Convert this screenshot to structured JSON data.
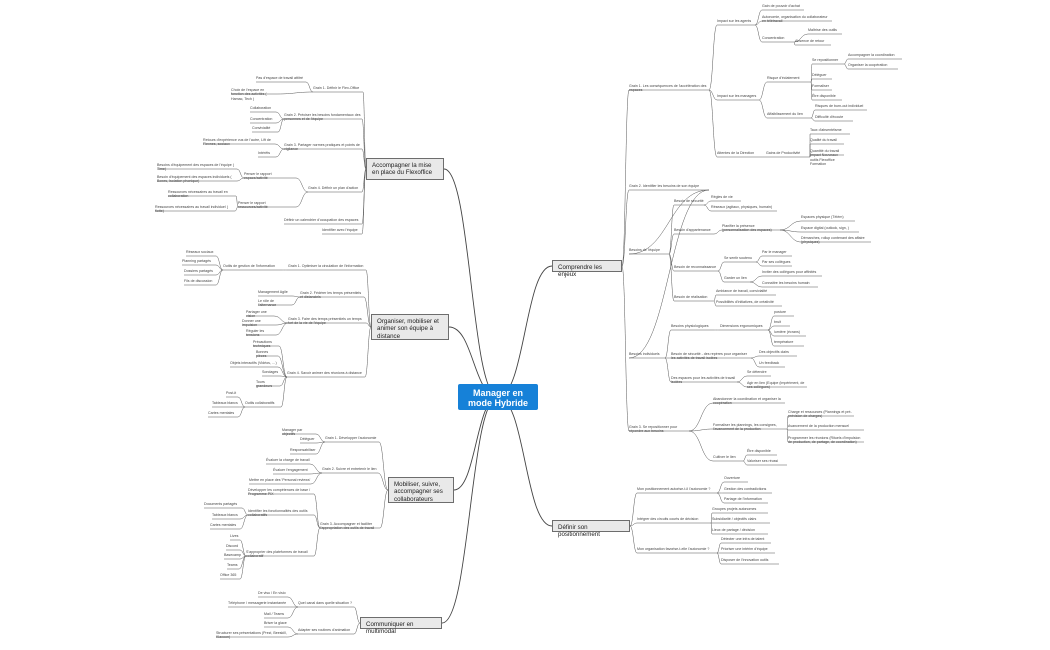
{
  "center": "Manager en mode Hybride",
  "branches": [
    {
      "key": "accompagner",
      "label": "Accompagner la mise en place du Flexoffice"
    },
    {
      "key": "organiser",
      "label": "Organiser, mobiliser et animer son équipe à distance"
    },
    {
      "key": "mobiliser",
      "label": "Mobiliser, suivre, accompagner ses collaborateurs"
    },
    {
      "key": "communiquer",
      "label": "Communiquer en multimodal"
    },
    {
      "key": "comprendre",
      "label": "Comprendre les enjeux"
    },
    {
      "key": "definir",
      "label": "Définir son positionnement"
    }
  ],
  "nodes": {
    "a1": "Grain 1. Définir le Flex-Office",
    "a1a": "Pas d'espace de travail attitré",
    "a1b": "Choix de l'espace en fonction des activités ( Hamac, Tech )",
    "a2": "Grain 2. Préciser les besoins fondamentaux des personnes et de l'équipe",
    "a2a": "Collaboration",
    "a2b": "Concentration",
    "a2c": "Convivialité",
    "a3": "Grain 3. Partager normes pratiques et points de vigilance",
    "a3a": "Retours d'expérience vus de l'autre, Lift de Flexnes, sociaux",
    "a3b": "Intérêts",
    "a4": "Grain 4. Définir un plan d'action",
    "a4a": "Penser le rapport espace/activité",
    "a4a1": "Besoins d'équipement des espaces de l'équipe ( Time)",
    "a4a2": "Besoin d'équipement des espaces individuels ( Boxes, Isolation phonique)",
    "a4b": "Penser le rapport ressources/activité",
    "a4b1": "Ressources nécessaires au travail en collaboration",
    "a4b2": "Ressources nécessaires au travail individuel ( flotte)",
    "a5": "Définir un calendrier d'occupation des espaces",
    "a6": "Identifier avec l'équipe",
    "o1": "Grain 1. Optimiser la circulation de l'information",
    "o1a": "Outils de gestion de l'information",
    "o1a1": "Réseaux sociaux",
    "o1a2": "Planning partagés",
    "o1a3": "Dossiers partagés",
    "o1a4": "Fils de discussion",
    "o2": "Grain 2. Fédérer les temps présentiels et distanciels",
    "o2a": "Management Agile",
    "o2b": "Le rôle de l'alternance",
    "o3": "Grain 3. Faire des temps présentiels un temps fort de la vie de l'équipe",
    "o3a": "Partager une vision",
    "o3b": "Donner une impulsion",
    "o3c": "Réguler les tensions",
    "o4": "Grain 4. Savoir animer des réunions à distance",
    "o4a": "Précautions techniques",
    "o4b": "Bonnes pièces",
    "o4c": "Objets interactifs (Vidéos, …)",
    "o4d": "Sondages",
    "o4e": "Tours grandeurs",
    "o4f": "Outils collaboratifs",
    "o4f1": "Post-it",
    "o4f2": "Tableaux blancs",
    "o4f3": "Cartes mentales",
    "m1": "Grain 1. Développer l'autonomie",
    "m1a": "Manager par objectifs",
    "m1b": "Déléguer",
    "m1c": "Responsabiliser",
    "m2": "Grain 2. Suivre et entretenir le lien",
    "m2a": "Évaluer la charge de travail",
    "m2b": "Évaluer l'engagement",
    "m2c": "Mettre en place des 'Personal reviews'",
    "m3": "Grain 3. Accompagner et faciliter l'appropriation des outils de travail",
    "m3a": "Développer les compétences de base / Programme PIX",
    "m3b": "Identifier les fonctionnalités des outils collaboratifs",
    "m3b1": "Documents partagés",
    "m3b2": "Tableaux blancs",
    "m3b3": "Cartes mentales",
    "m3c": "S'approprier des plateformes de travail collaboratif",
    "m3c1": "Lives",
    "m3c2": "Discord",
    "m3c3": "Basecamp",
    "m3c4": "Teams",
    "m3c5": "Office 365",
    "c1": "Quel canal dans quelle situation ?",
    "c1a": "De visu / En visio",
    "c1b": "Téléphone / messagerie instantanée",
    "c1c": "Mail / Teams",
    "c2": "Adapter ses routines d'animation",
    "c2a": "Briser la glace",
    "c2b": "Structurer ses présentations (Prezi, Beeskill, Klaxoon)",
    "e1": "Grain 1. Les conséquences de l'accélération des espaces",
    "e1a": "Impact sur les agents",
    "e1a1": "Gain de pouvoir d'achat",
    "e1a2": "Autonomie, organisation du collaborateur en télétravail",
    "e1a3": "Concentration",
    "e1a3a": "Maîtrise des outils",
    "e1a3b": "Absence de retour",
    "e1b": "Impact sur les managers",
    "e1b1": "Risque d'éclatement",
    "e1b1a": "Se repositionner",
    "e1b1a1": "Accompagner la coordination",
    "e1b1a2": "Organiser la coopération",
    "e1b1b": "Déléguer",
    "e1b1c": "Formaliser",
    "e1b1d": "Être disponible",
    "e1b2": "Affaiblissement du lien",
    "e1b2a": "Risques de burn-out individuel",
    "e1b2b": "Difficulté d'écoute",
    "e1c": "Attentes de la Direction",
    "e1c1": "Gains de Productivité",
    "e1c1a": "Taux d'absentéisme",
    "e1c1b": "Qualité du travail",
    "e1c1c": "Quantité du travail Impact Nouveaux outils Flexoffice Formation",
    "e2": "Grain 2. Identifier les besoins de son équipe",
    "e2a": "Besoins de l'équipe",
    "e2a1": "Besoin de sécurité",
    "e2a1a": "Règles de vie",
    "e2a1b": "Réseaux (agitaux, physiques, humain)",
    "e2a2": "Besoin d'appartenance",
    "e2a2a": "Planifier la présence (personnalisation des espaces)",
    "e2a2a1": "Espaces physique (Télém)",
    "e2a2a2": "Espace digital (outlook, sign, )",
    "e2a2a3": "Démarches, rollup contenant des affaire (physiques)",
    "e2a3": "Besoin de reconnaissance",
    "e2a3a": "Se sentir soutenu",
    "e2a3a1": "Par le manager",
    "e2a3a2": "Par ses collègues",
    "e2a3b": "Garder un lien",
    "e2a3b1": "Inviter des collègues pour affinités",
    "e2a3b2": "Connaître les besoins humain",
    "e2a4": "Besoin de réalisation",
    "e2a4a": "Ambiance de travail, convivialité",
    "e2a4b": "Possibilités d'initiatives, de créativité",
    "e2b": "Besoins individuels",
    "e2b1": "Besoins physiologiques",
    "e2b1a": "Dimensions ergonomiques",
    "e2b1a1": "posture",
    "e2b1a2": "bruit",
    "e2b1a3": "lumière (écrans)",
    "e2b1a4": "température",
    "e2b2": "Besoin de sécurité - des repères pour organiser les activités de travail isolées",
    "e2b2a": "Des objectifs clairs",
    "e2b2b": "Un feedback",
    "e2b3": "Des espaces pour les activités de travail isolées",
    "e2b3a": "Se détendre",
    "e2b3b": "Agir en lien (Equipe (impériment, de ses collègues)",
    "e3": "Grain 3. Se repositionner pour répondre aux besoins",
    "e3a": "Abandonner la coordination et organiser la coopération",
    "e3b": "Formaliser les plannings, les consignes, l'avancement de la production",
    "e3b1": "Charge et ressources (Plannings et pré-prévision de charges)",
    "e3b2": "Avancement de la production mensuel",
    "e3b3": "Programmer les réunions (Rituels d'impulsion de production, de partage, de coordination)",
    "e3c": "Cultiver le lien",
    "e3c1": "Être disponible",
    "e3c2": "Valoriser ses réussi",
    "d1": "Mon positionnement autorise-t-il l'autonomie ?",
    "d1a": "Ouverture",
    "d1b": "Gestion des contradictions",
    "d1c": "Partage de l'information",
    "d2": "Intégrer des circuits courts de décision",
    "d2a": "Groupes projets autonomes",
    "d2b": "Subsidiarité / objectifs clairs",
    "d2c": "Lieux de partage / décision",
    "d3": "Mon organisation favorise-t-elle l'autonomie ?",
    "d3a": "Détecter une infra de talent",
    "d3b": "Prioriser une intérim d'équipe",
    "d3c": "Disposer de l'innovation outils"
  },
  "colors": {
    "center": "#1681d8",
    "branch_bg": "#e9e9e9",
    "branch_border": "#6d6d6d",
    "line": "#555555",
    "text": "#333333"
  }
}
